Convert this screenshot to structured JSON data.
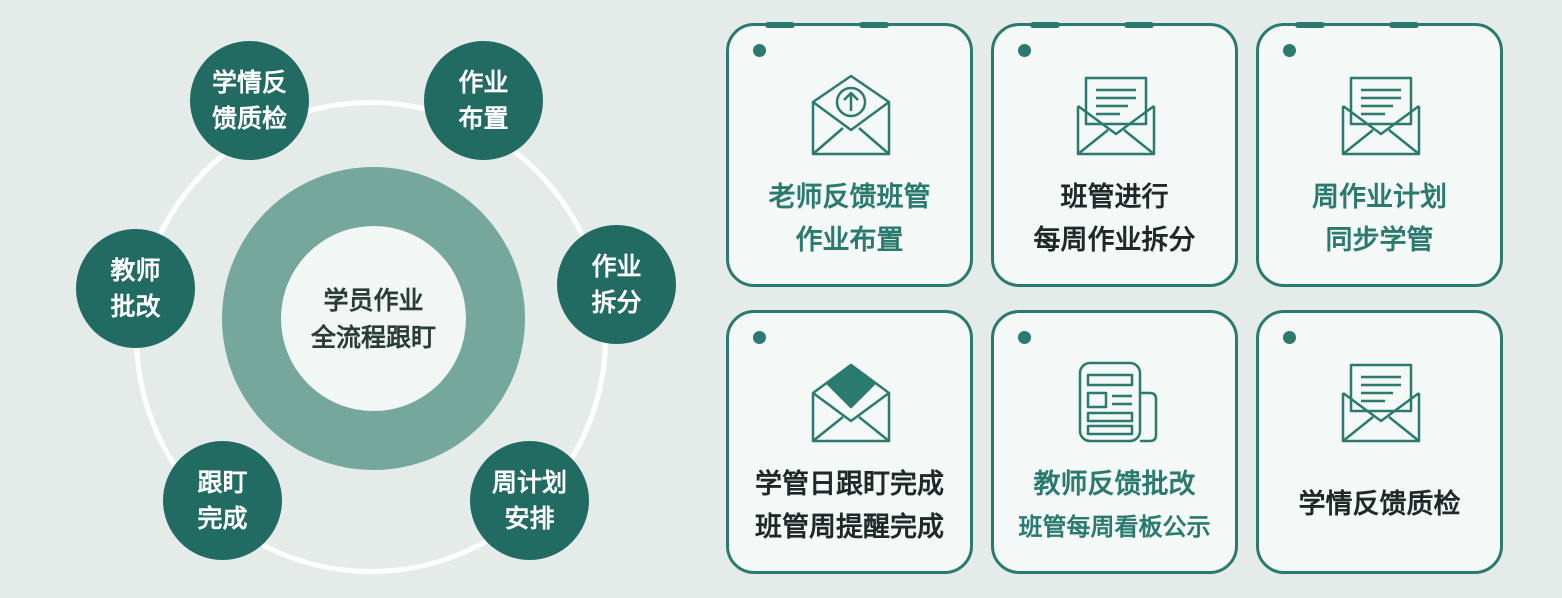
{
  "center": {
    "line1": "学员作业",
    "line2": "全流程跟盯"
  },
  "nodes": [
    {
      "line1": "学情反",
      "line2": "馈质检"
    },
    {
      "line1": "作业",
      "line2": "布置"
    },
    {
      "line1": "作业",
      "line2": "拆分"
    },
    {
      "line1": "周计划",
      "line2": "安排"
    },
    {
      "line1": "跟盯",
      "line2": "完成"
    },
    {
      "line1": "教师",
      "line2": "批改"
    }
  ],
  "cards": [
    {
      "icon": "envelope-upload-icon",
      "line1": "老师反馈班管",
      "line2": "作业布置",
      "color": "#2b7a70"
    },
    {
      "icon": "letter-envelope-icon",
      "line1": "班管进行",
      "line2": "每周作业拆分",
      "color": "#1f2a28"
    },
    {
      "icon": "letter-envelope-icon",
      "line1": "周作业计划",
      "line2": "同步学管",
      "color": "#2b7a70"
    },
    {
      "icon": "open-envelope-icon",
      "line1": "学管日跟盯完成",
      "line2": "班管周提醒完成",
      "color": "#1f2a28"
    },
    {
      "icon": "newspaper-icon",
      "line1": "教师反馈批改",
      "line2": "班管每周看板公示",
      "color": "#2b7a70"
    },
    {
      "icon": "letter-envelope-icon",
      "line1": "学情反馈质检",
      "line2": "",
      "color": "#1f2a28"
    }
  ],
  "colors": {
    "background": "#e4ebe8",
    "node_fill": "#226b63",
    "ring_fill": "#75a79d",
    "card_border": "#2b7a70"
  }
}
